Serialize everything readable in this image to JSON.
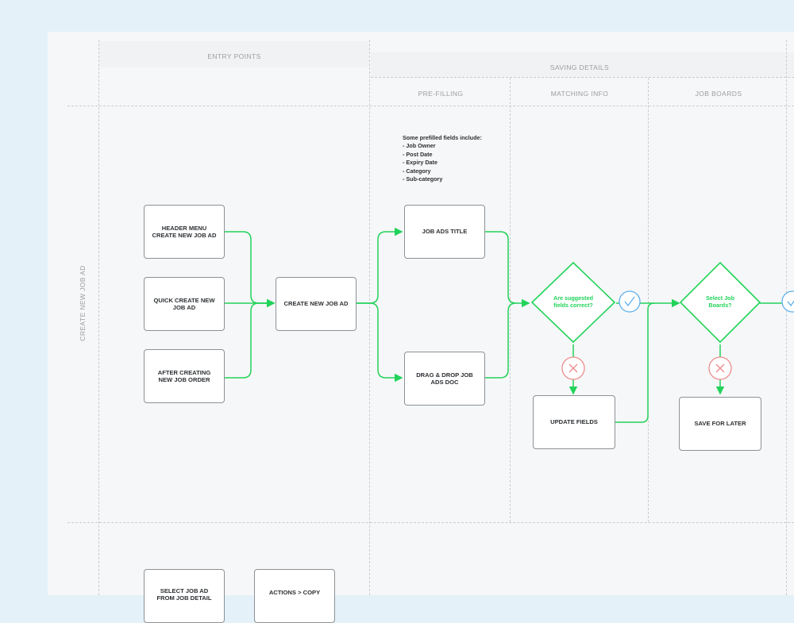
{
  "headers": {
    "entry_points": "ENTRY POINTS",
    "saving_details": "SAVING DETAILS",
    "pre_filling": "PRE-FILLING",
    "matching_info": "MATCHING INFO",
    "job_boards": "JOB BOARDS"
  },
  "lanes": {
    "create_new_job_ad": "CREATE NEW JOB AD"
  },
  "nodes": {
    "header_menu": "HEADER MENU CREATE NEW JOB AD",
    "quick_create": "QUICK CREATE NEW JOB AD",
    "after_creating": "AFTER CREATING NEW JOB ORDER",
    "create_new_job_ad": "CREATE NEW JOB AD",
    "job_ads_title": "JOB ADS TITLE",
    "drag_drop": "DRAG & DROP JOB ADS DOC",
    "update_fields": "UPDATE FIELDS",
    "save_for_later": "SAVE FOR LATER",
    "select_job_ad": "SELECT JOB AD FROM JOB DETAIL",
    "actions_copy": "ACTIONS > COPY"
  },
  "decisions": {
    "suggested_fields": "Are suggested fields correct?",
    "select_job_boards": "Select Job Boards?"
  },
  "note": {
    "heading": "Some prefilled fields include:",
    "items": [
      "- Job Owner",
      "- Post Date",
      "- Expiry Date",
      "- Category",
      "- Sub-category"
    ]
  },
  "colors": {
    "flow": "#22d35a",
    "yes": "#5fb0ec",
    "no": "#ec8c8c"
  }
}
